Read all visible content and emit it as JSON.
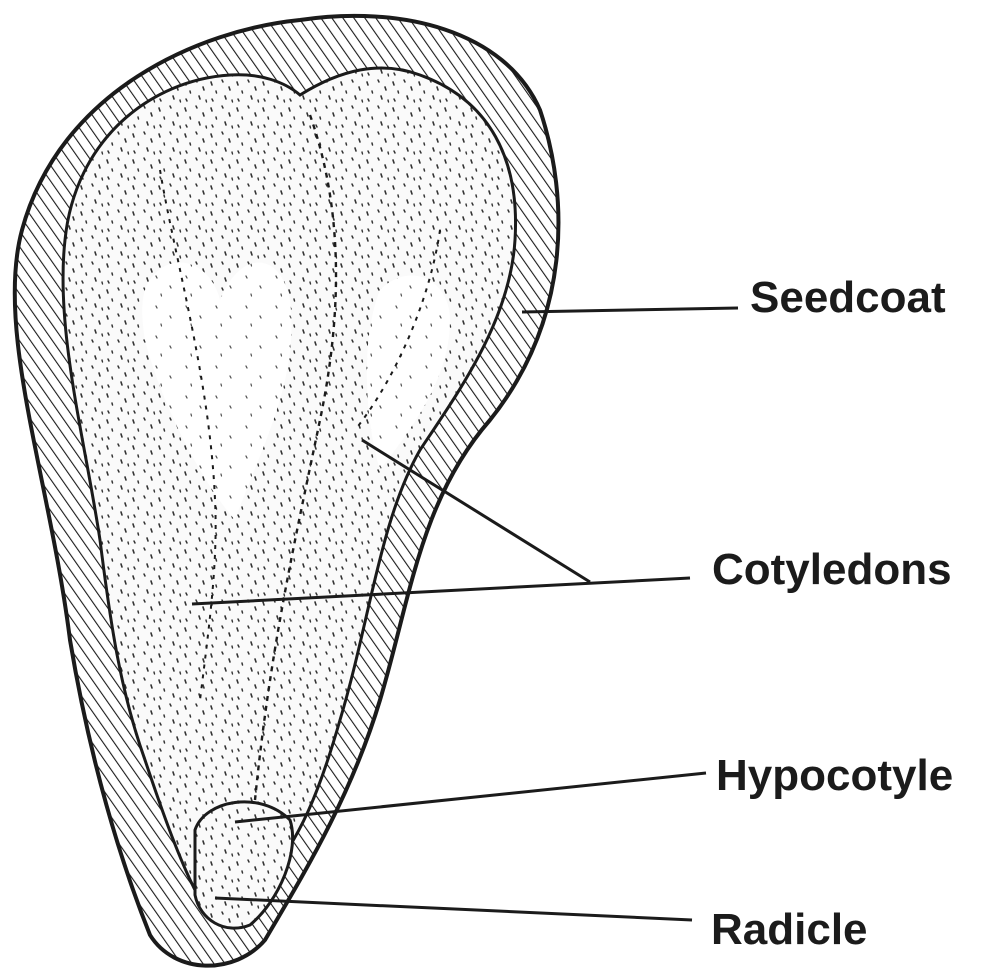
{
  "diagram": {
    "labels": {
      "seedcoat": "Seedcoat",
      "cotyledons": "Cotyledons",
      "hypocotyle": "Hypocotyle",
      "radicle": "Radicle"
    },
    "colors": {
      "ink": "#1b1b1b",
      "background": "#ffffff",
      "embryo_fill": "#fafafa"
    }
  }
}
